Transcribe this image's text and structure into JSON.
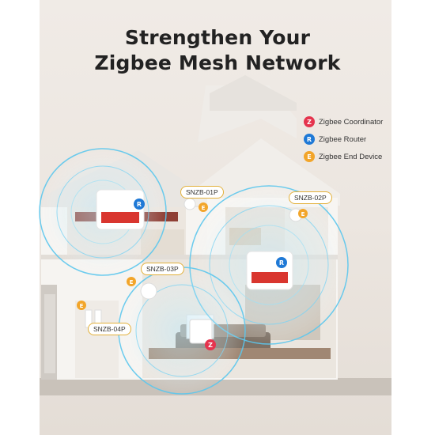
{
  "headline": {
    "line1": "Strengthen Your",
    "line2": "Zigbee Mesh Network"
  },
  "legend": {
    "items": [
      {
        "label": "Zigbee Coordinator",
        "icon": "zigbee-coordinator-icon",
        "glyph": "Z",
        "color": "#e5344e"
      },
      {
        "label": "Zigbee Router",
        "icon": "zigbee-router-icon",
        "glyph": "R",
        "color": "#1f79d6"
      },
      {
        "label": "Zigbee End Device",
        "icon": "zigbee-end-device-icon",
        "glyph": "E",
        "color": "#f2a52a"
      }
    ]
  },
  "devices": {
    "snzb_01p": "SNZB-01P",
    "snzb_02p": "SNZB-02P",
    "snzb_03p": "SNZB-03P",
    "snzb_04p": "SNZB-04P"
  },
  "colors": {
    "signal": "#5cc7ee",
    "house": "#f7f6f4",
    "tag_border": "#e2b03a"
  }
}
